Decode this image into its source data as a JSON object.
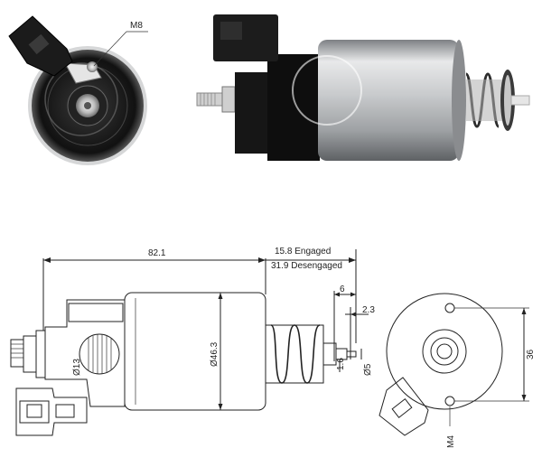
{
  "photo_labels": {
    "thread_top": "M8"
  },
  "dimensions": {
    "overall_length": "82.1",
    "stroke_engaged": "15.8 Engaged",
    "stroke_disengaged": "31.9 Desengaged",
    "plunger_step": "6",
    "plunger_tip": "2.3",
    "body_diameter": "Ø46.3",
    "terminal_diameter": "Ø13",
    "plunger_diameter": "Ø5",
    "plunger_small": "1.6",
    "mount_spacing": "36",
    "mount_thread": "M4"
  },
  "colors": {
    "line": "#222222",
    "steel": "#b8babd",
    "black_plastic": "#1a1a1a"
  }
}
